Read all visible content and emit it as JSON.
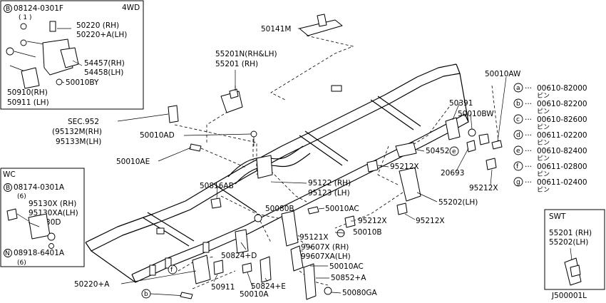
{
  "boxes": {
    "fwd": {
      "title": "4WD",
      "bolt_circle": "B",
      "bolt_part": "08124-0301F",
      "bolt_qty": "( 1 )",
      "l1": "50220  (RH)",
      "l2": "50220+A(LH)",
      "l3": "54457(RH)",
      "l4": "54458(LH)",
      "l5": "50010BY",
      "l6": "50910(RH)",
      "l7": "50911 (LH)"
    },
    "wc": {
      "title": "WC",
      "bolt_circle": "B",
      "bolt_part": "08174-0301A",
      "bolt_qty": "(6)",
      "l1": "95130X  (RH)",
      "l2": "95130XA(LH)",
      "l3": "50130D",
      "nut_circle": "N",
      "nut_part": "08918-6401A",
      "nut_qty": "(6)"
    },
    "swt": {
      "title": "SWT",
      "l1": "55201 (RH)",
      "l2": "55202(LH)"
    }
  },
  "labels": {
    "p50141m": "50141M",
    "p55201n": "55201N(RH&LH)",
    "p55201": "55201 (RH)",
    "sec": "SEC.952",
    "p95132m": "(95132M(RH)",
    "p95133m": "95133M(LH)",
    "p50010ad": "50010AD",
    "p50010ae": "50010AE",
    "p50816ab": "50816AB",
    "p95122": "95122 (RH)",
    "p95123": "95123 (LH)",
    "p50080b": "50080B",
    "p50010ac1": "50010AC",
    "p95212x_a": "95212X",
    "p95121x": "95121X",
    "p50010b": "50010B",
    "p99607x": "99607X  (RH)",
    "p99607xa": "99607XA(LH)",
    "p50010ac2": "50010AC",
    "p50852a": "50852+A",
    "p50080ga": "50080GA",
    "p50824d": "50824+D",
    "p50824e": "50824+E",
    "p50010a": "50010A",
    "p50911": "50911",
    "p50220a": "50220+A",
    "p50010aw": "50010AW",
    "p50391": "50391",
    "p50010bw": "50010BW",
    "p50452": "50452",
    "p95212x_b": "95212X",
    "p20693": "20693",
    "p95212x_c": "95212X",
    "p55202lh": "55202(LH)",
    "p95212x_d": "95212X",
    "j_code": "J500001L"
  },
  "callouts": {
    "e_near_20693": "e",
    "f_bottom": "f",
    "b_bottom": "b"
  },
  "legend": [
    {
      "key": "a",
      "part": "00610-82000",
      "unit": "ピン"
    },
    {
      "key": "b",
      "part": "00610-82200",
      "unit": "ピン"
    },
    {
      "key": "c",
      "part": "00610-82600",
      "unit": "ピン"
    },
    {
      "key": "d",
      "part": "00611-02200",
      "unit": "ピン"
    },
    {
      "key": "e",
      "part": "00610-82400",
      "unit": "ピン"
    },
    {
      "key": "f",
      "part": "00611-02800",
      "unit": "ピン"
    },
    {
      "key": "g",
      "part": "00611-02400",
      "unit": "ピン"
    }
  ]
}
